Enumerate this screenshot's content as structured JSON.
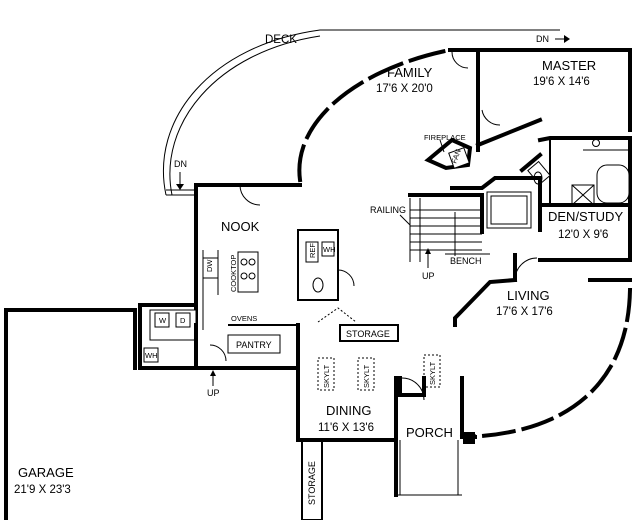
{
  "rooms": {
    "deck": "DECK",
    "family": {
      "name": "FAMILY",
      "dim": "17'6 X 20'0"
    },
    "master": {
      "name": "MASTER",
      "dim": "19'6 X 14'6"
    },
    "den": {
      "name": "DEN/STUDY",
      "dim": "12'0 X 9'6"
    },
    "nook": "NOOK",
    "living": {
      "name": "LIVING",
      "dim": "17'6 X 17'6"
    },
    "dining": {
      "name": "DINING",
      "dim": "11'6 X 13'6"
    },
    "garage": {
      "name": "GARAGE",
      "dim": "21'9 X 23'3"
    },
    "porch": "PORCH",
    "pantry": "PANTRY",
    "storage": "STORAGE"
  },
  "labels": {
    "dn": "DN",
    "up": "UP",
    "fireplace": "FIREPLACE",
    "fan": "FAN",
    "railing": "RAILING",
    "bench": "BENCH",
    "cooktop": "COOKTOP",
    "ovens": "OVENS",
    "skylt": "SKYLT",
    "ref": "REF",
    "wh": "WH",
    "dw": "DW",
    "w": "W",
    "d": "D"
  }
}
